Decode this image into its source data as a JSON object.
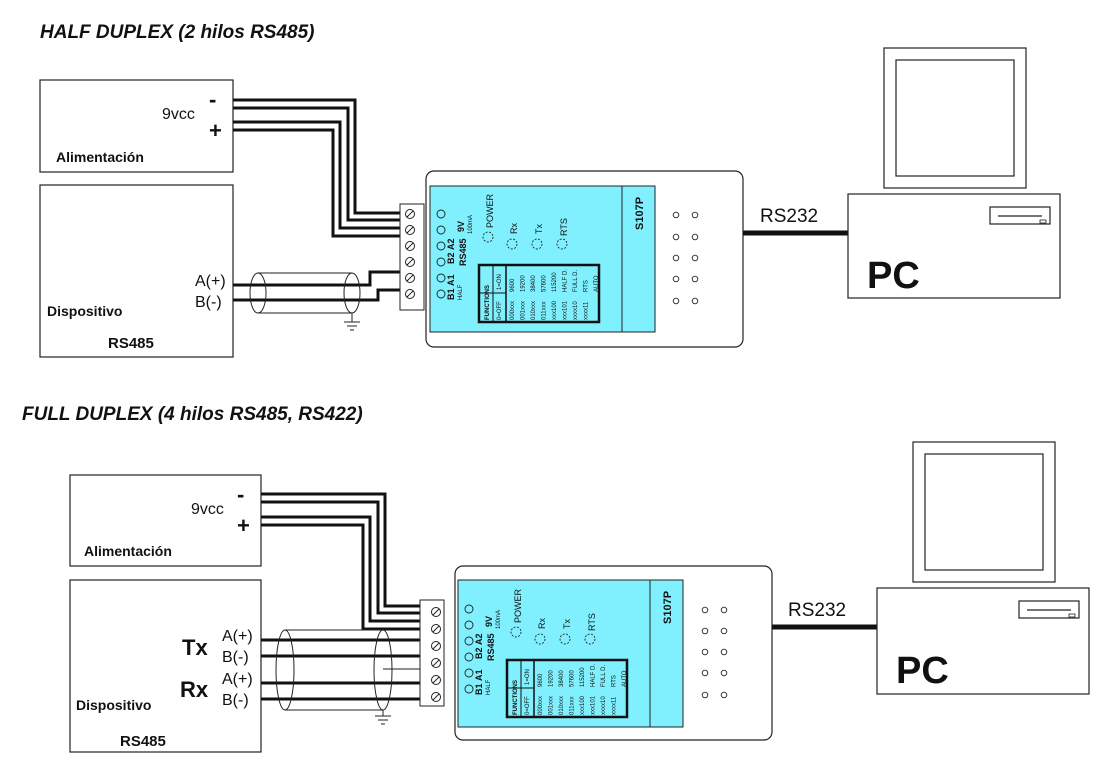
{
  "half": {
    "title_main": "HALF DUPLEX (2 hilos ",
    "title_italic": "RS485)",
    "power_label": "9vcc",
    "minus": "-",
    "plus": "+",
    "power_box_label": "Alimentación",
    "device_label": "Dispositivo",
    "device_proto": "RS485",
    "a_label": "A(+)",
    "b_label": "B(-)",
    "rs232": "RS232",
    "pc": "PC"
  },
  "full": {
    "title_main": "FULL DUPLEX (4 hilos ",
    "title_italic": "RS485, RS422)",
    "power_label": "9vcc",
    "minus": "-",
    "plus": "+",
    "power_box_label": "Alimentación",
    "device_label": "Dispositivo",
    "device_proto": "RS485",
    "tx_label": "Tx",
    "rx_label": "Rx",
    "a1_label": "A(+)",
    "b1_label": "B(-)",
    "a2_label": "A(+)",
    "b2_label": "B(-)",
    "rs232": "RS232",
    "pc": "PC"
  },
  "module": {
    "model": "S107P",
    "power": "POWER",
    "rx": "Rx",
    "tx": "Tx",
    "rts": "RTS",
    "voltage": "9V",
    "current": "100mA",
    "terminal_b1": "B1",
    "terminal_a1": "A1",
    "terminal_b2": "B2",
    "terminal_a2": "A2",
    "terminal_rs485": "RS485",
    "half_mark": "HALF",
    "functions": "FUNCTIONS",
    "onoff": "0=OFF",
    "on": "1=ON",
    "col1": [
      "000xxx",
      "001xxx",
      "010xxx",
      "011xxx",
      "xxx100",
      "xxx101",
      "xxxx10",
      "xxxx11"
    ],
    "col2": [
      "9600",
      "19200",
      "38400",
      "57600",
      "115200",
      "HALF D.",
      "FULL D.",
      "RTS",
      "AUTO"
    ]
  },
  "colors": {
    "module_panel": "#80f0ff",
    "line": "#111111"
  }
}
